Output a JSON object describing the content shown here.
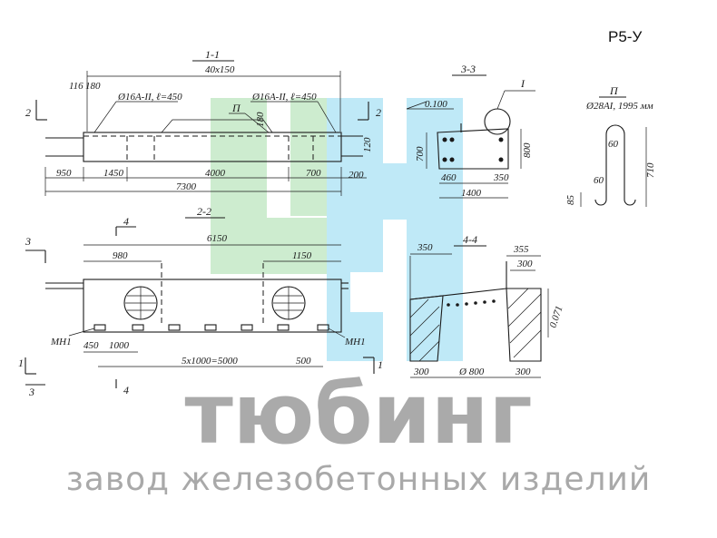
{
  "product_code": "Р5-У",
  "sections": {
    "s11": "1-1",
    "s11_size": "40x150",
    "s22": "2-2",
    "s33": "3-3",
    "s44": "4-4",
    "detail": "П",
    "mark2": "2",
    "mark3": "3",
    "mark4": "4",
    "mark1": "1",
    "mark_I": "I"
  },
  "view_top": {
    "rebar_left": "Ø16A-II, ℓ=450",
    "rebar_right": "Ø16A-II, ℓ=450",
    "d116": "116",
    "d180a": "180",
    "d180b": "180",
    "d120": "120",
    "d950": "950",
    "d1450": "1450",
    "d4000": "4000",
    "d700": "700",
    "d200": "200",
    "d7300": "7300",
    "label_P": "П"
  },
  "view_22": {
    "d6150": "6150",
    "d980": "980",
    "d1150": "1150",
    "mn_left": "МН1",
    "mn_right": "МН1",
    "d450": "450",
    "d1000": "1000",
    "d5x1000": "5x1000=5000",
    "d500": "500"
  },
  "view_33": {
    "d0100": "0.100",
    "d700": "700",
    "d800": "800",
    "d460": "460",
    "d350": "350",
    "d1400": "1400"
  },
  "detail_P": {
    "spec": "Ø28AI, 1995 мм",
    "d60a": "60",
    "d60b": "60",
    "d85": "85",
    "d710": "710"
  },
  "view_44": {
    "d350": "350",
    "d355": "355",
    "d300top": "300",
    "d0071": "0.071",
    "d300l": "300",
    "d800": "Ø 800",
    "d300r": "300"
  },
  "watermark": {
    "main": "тюбинг",
    "sub": "завод железобетонных изделий"
  },
  "colors": {
    "logo_green": "#cdeccf",
    "logo_cyan": "#bfe9f7",
    "ink": "#1a1a1a"
  }
}
